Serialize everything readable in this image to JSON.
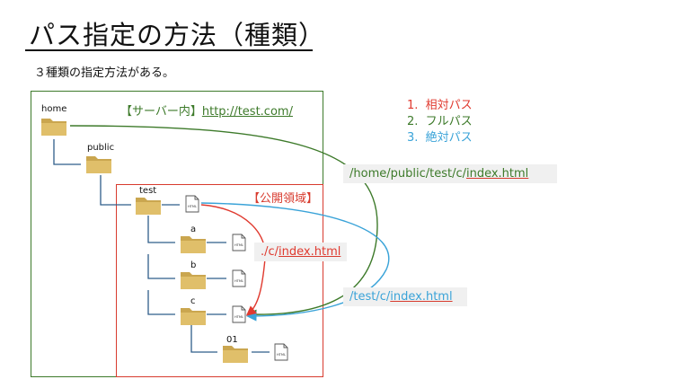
{
  "title": "パス指定の方法（種類）",
  "subtitle": "３種類の指定方法がある。",
  "server_label": "【サーバー内】",
  "server_url": "http://test.com/",
  "public_label": "【公開領域】",
  "tree": {
    "home": "home",
    "public": "public",
    "test": "test",
    "a": "a",
    "b": "b",
    "c": "c",
    "d01": "01",
    "file_icon_text": "HTML"
  },
  "legend": [
    {
      "num": "1.",
      "text": "相対パス",
      "color": "#e03a2f"
    },
    {
      "num": "2.",
      "text": "フルパス",
      "color": "#3d7a2a"
    },
    {
      "num": "3.",
      "text": "絶対パス",
      "color": "#3aa3d8"
    }
  ],
  "paths": {
    "full_prefix": "/home/public/test/c/",
    "full_file": "index.html",
    "relative_prefix": "./c/",
    "relative_file": "index.html",
    "absolute_prefix": "/test/c/",
    "absolute_file": "index.html"
  },
  "colors": {
    "relative": "#e03a2f",
    "full": "#3d7a2a",
    "absolute": "#3aa3d8",
    "tree_line": "#2f5d8a",
    "folder": "#d8b45a"
  }
}
